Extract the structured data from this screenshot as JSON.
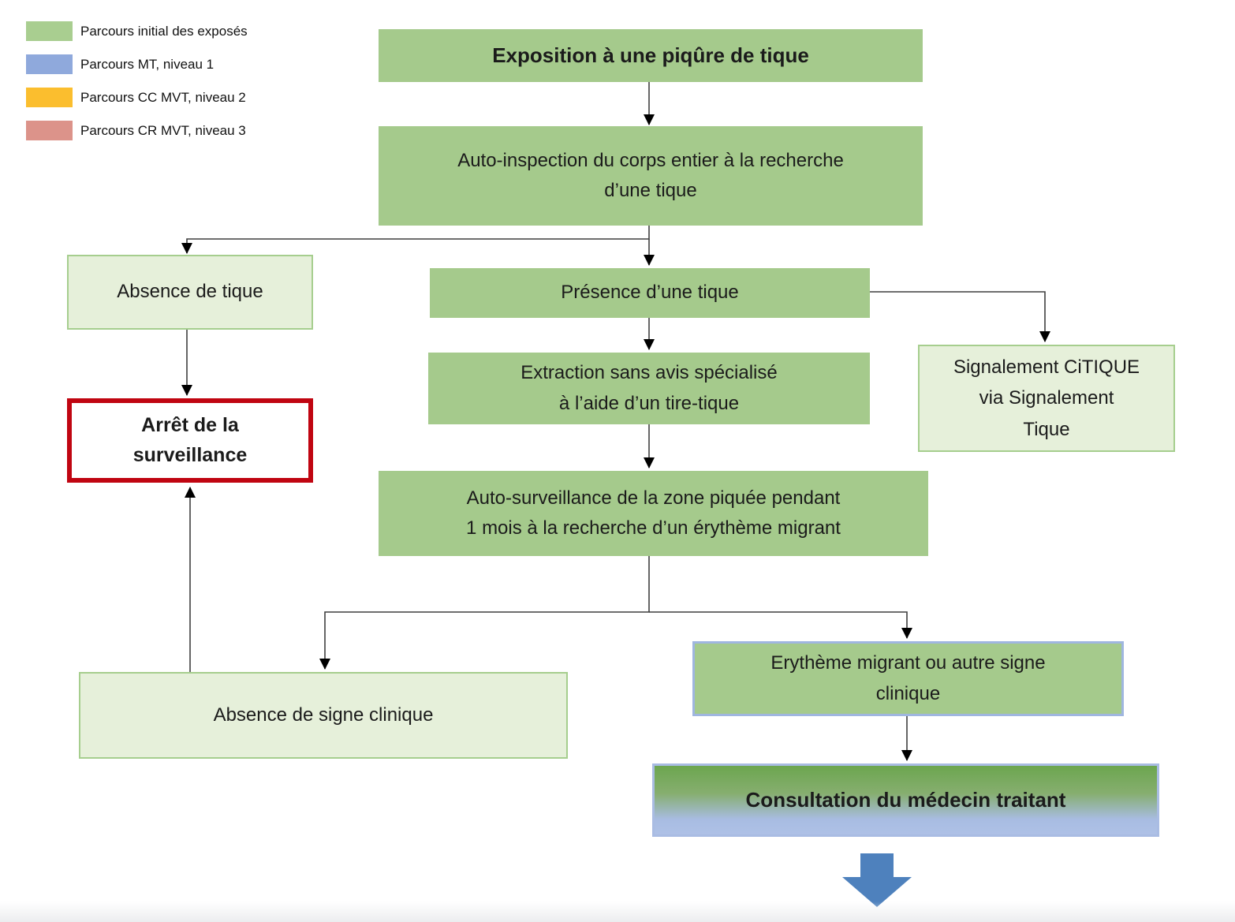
{
  "legend": {
    "items": [
      {
        "label": "Parcours initial des exposés",
        "color": "#A9CE90"
      },
      {
        "label": "Parcours MT, niveau 1",
        "color": "#8FA9DC"
      },
      {
        "label": "Parcours CC MVT, niveau 2",
        "color": "#FBBE2E"
      },
      {
        "label": "Parcours CR MVT, niveau 3",
        "color": "#DC938A"
      }
    ]
  },
  "nodes": {
    "exposition": {
      "label": "Exposition à une piqûre de tique"
    },
    "auto_inspection": {
      "lines": [
        "Auto-inspection du corps entier à la recherche",
        "d’une tique"
      ]
    },
    "absence_tique": {
      "label": "Absence de tique"
    },
    "presence_tique": {
      "label": "Présence d’une tique"
    },
    "signalement": {
      "lines": [
        "Signalement CiTIQUE",
        "via Signalement",
        "Tique"
      ]
    },
    "extraction": {
      "lines": [
        "Extraction sans avis spécialisé",
        "à l’aide d’un tire-tique"
      ]
    },
    "arret": {
      "lines": [
        "Arrêt de la",
        "surveillance"
      ]
    },
    "auto_surveillance": {
      "lines": [
        "Auto-surveillance de la zone piquée pendant",
        "1 mois à la recherche d’un érythème migrant"
      ]
    },
    "absence_signe": {
      "label": "Absence de signe clinique"
    },
    "erytheme": {
      "lines": [
        "Erythème migrant ou autre signe",
        "clinique"
      ]
    },
    "consultation": {
      "label": "Consultation du médecin traitant"
    }
  },
  "colors": {
    "box_green_fill": "#A5CA8C",
    "box_light_green_fill": "#E6F0DA",
    "box_light_green_border": "#A6CE8E",
    "arret_border_red": "#C00511",
    "erytheme_border_blue": "#9FB6DF",
    "consultation_border_blue": "#A9BCE3",
    "consultation_gradient_top": "#6CA64F",
    "consultation_gradient_bottom": "#AEC1E6",
    "block_arrow_blue": "#4E81BD",
    "connector_line": "#3F3F3F"
  }
}
